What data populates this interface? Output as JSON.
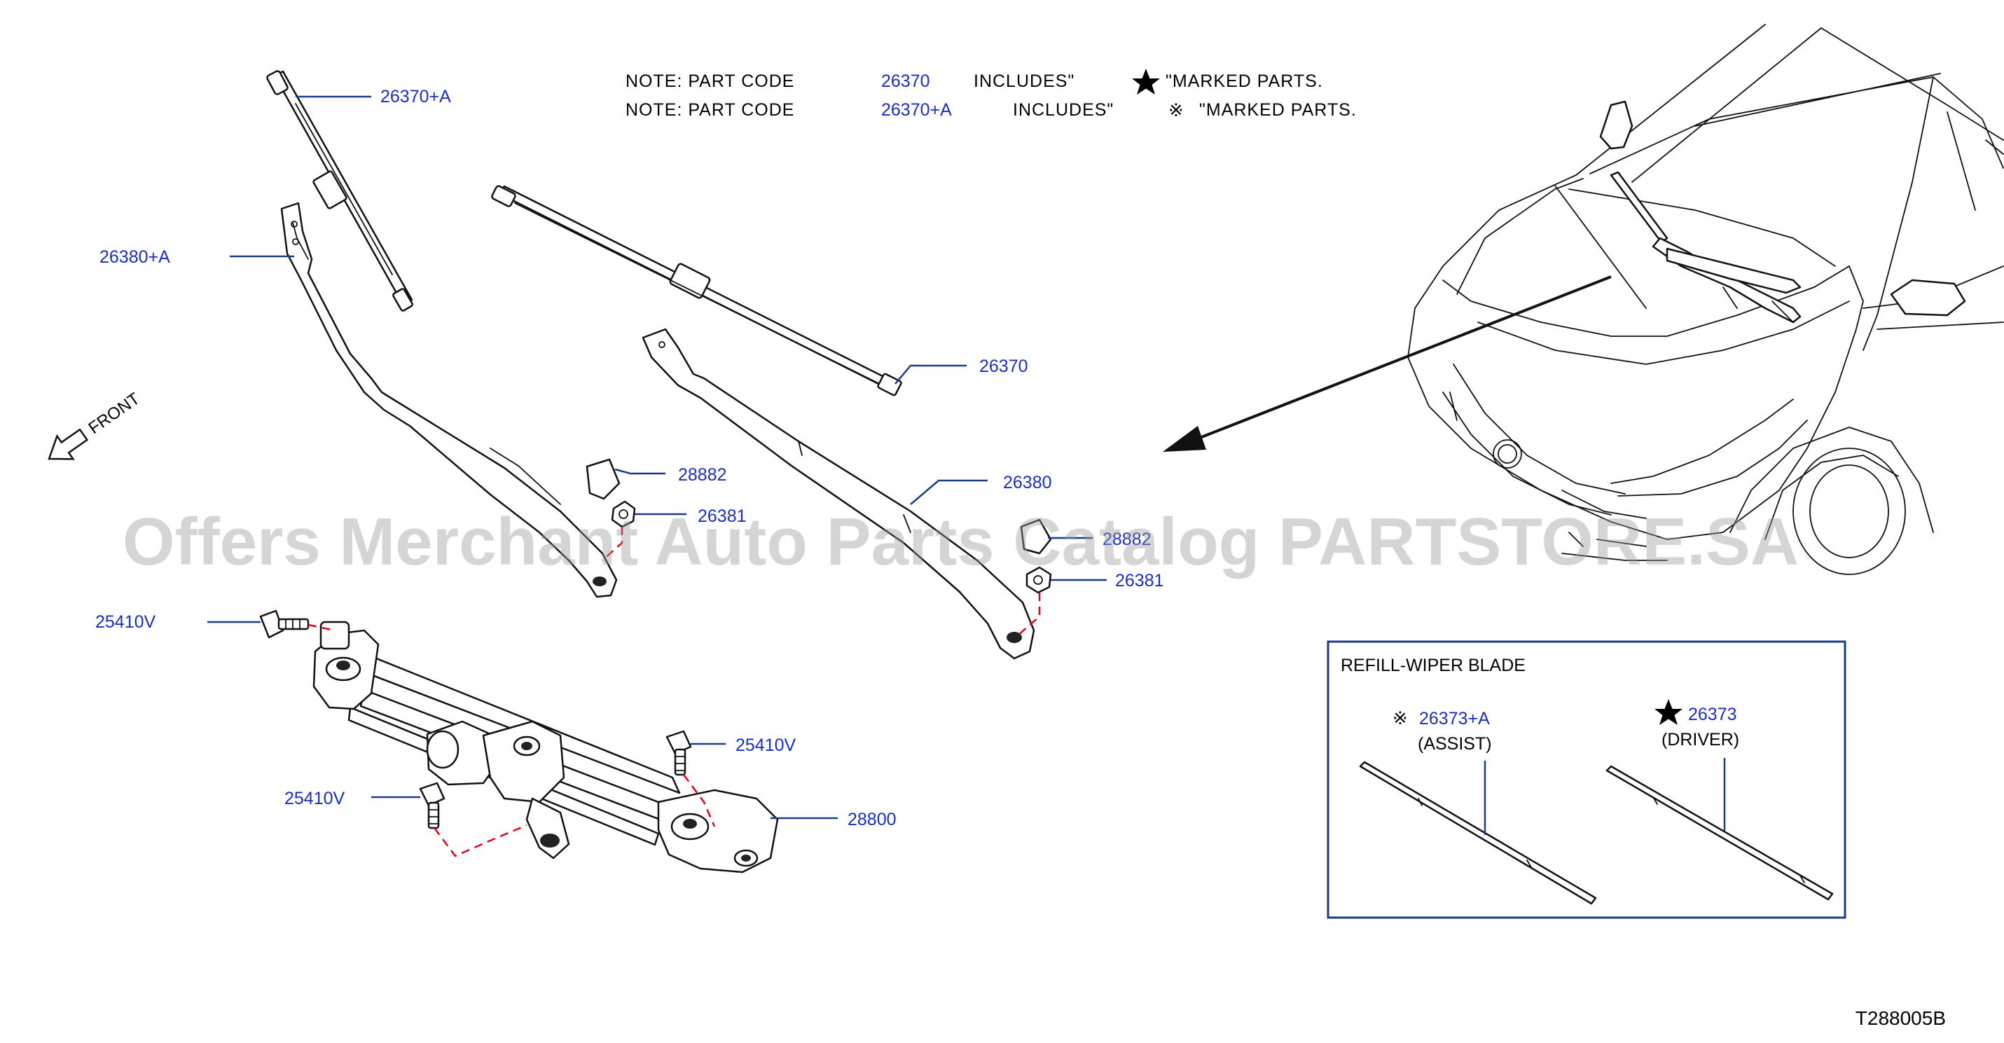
{
  "notes": [
    {
      "prefix": "NOTE:   PART   CODE",
      "code": "26370",
      "includes": "INCLUDES\"",
      "mark_icon": "star-icon",
      "suffix": "\"MARKED   PARTS."
    },
    {
      "prefix": "NOTE:   PART   CODE",
      "code": "26370+A",
      "includes": "INCLUDES\"",
      "mark_icon": "reference-mark-icon",
      "suffix": "\"MARKED   PARTS."
    }
  ],
  "labels": {
    "blade_assist": "26370+A",
    "arm_assist": "26380+A",
    "blade_driver": "26370",
    "arm_driver": "26380",
    "cap_left": "28882",
    "nut_left": "26381",
    "cap_right": "28882",
    "nut_right": "26381",
    "bolt_top": "25410V",
    "bolt_right": "25410V",
    "bolt_bottom": "25410V",
    "linkage": "28800"
  },
  "front_label": "FRONT",
  "refill_box": {
    "title": "REFILL-WIPER   BLADE",
    "assist_code": "26373+A",
    "assist_name": "(ASSIST)",
    "driver_code": "26373",
    "driver_name": "(DRIVER)"
  },
  "watermark": "Offers Merchant Auto Parts Catalog PARTSTORE.SA",
  "diagram_id": "T288005B",
  "colors": {
    "label": "#1a2fc2",
    "leader": "#1a3a8a",
    "dash": "#e0001a",
    "box_border": "#1a3a8a"
  }
}
